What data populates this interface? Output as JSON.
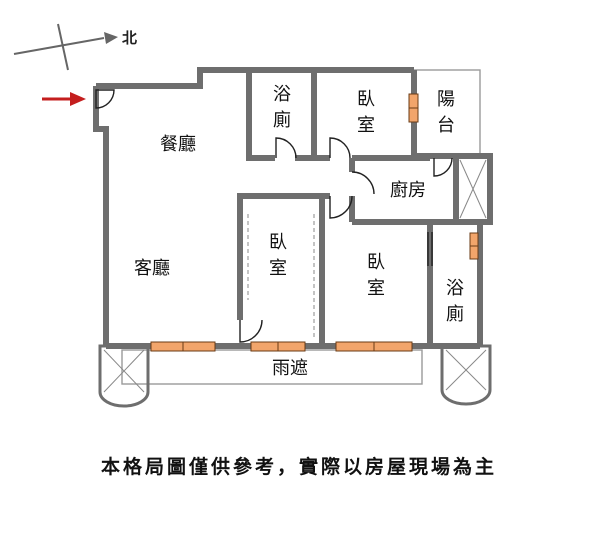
{
  "compass": {
    "label": "北"
  },
  "rooms": {
    "dining": "餐廳",
    "living": "客廳",
    "bath_top": "浴廁",
    "bedroom_top": "臥室",
    "balcony": "陽台",
    "kitchen": "廚房",
    "bedroom_mid": "臥室",
    "bedroom_right": "臥室",
    "bath_right": "浴廁",
    "canopy": "雨遮"
  },
  "footer_note": "本格局圖僅供參考，實際以房屋現場為主",
  "colors": {
    "wall": "#6e6e6e",
    "window": "#f2a56b",
    "entry_arrow": "#c41e1e"
  }
}
